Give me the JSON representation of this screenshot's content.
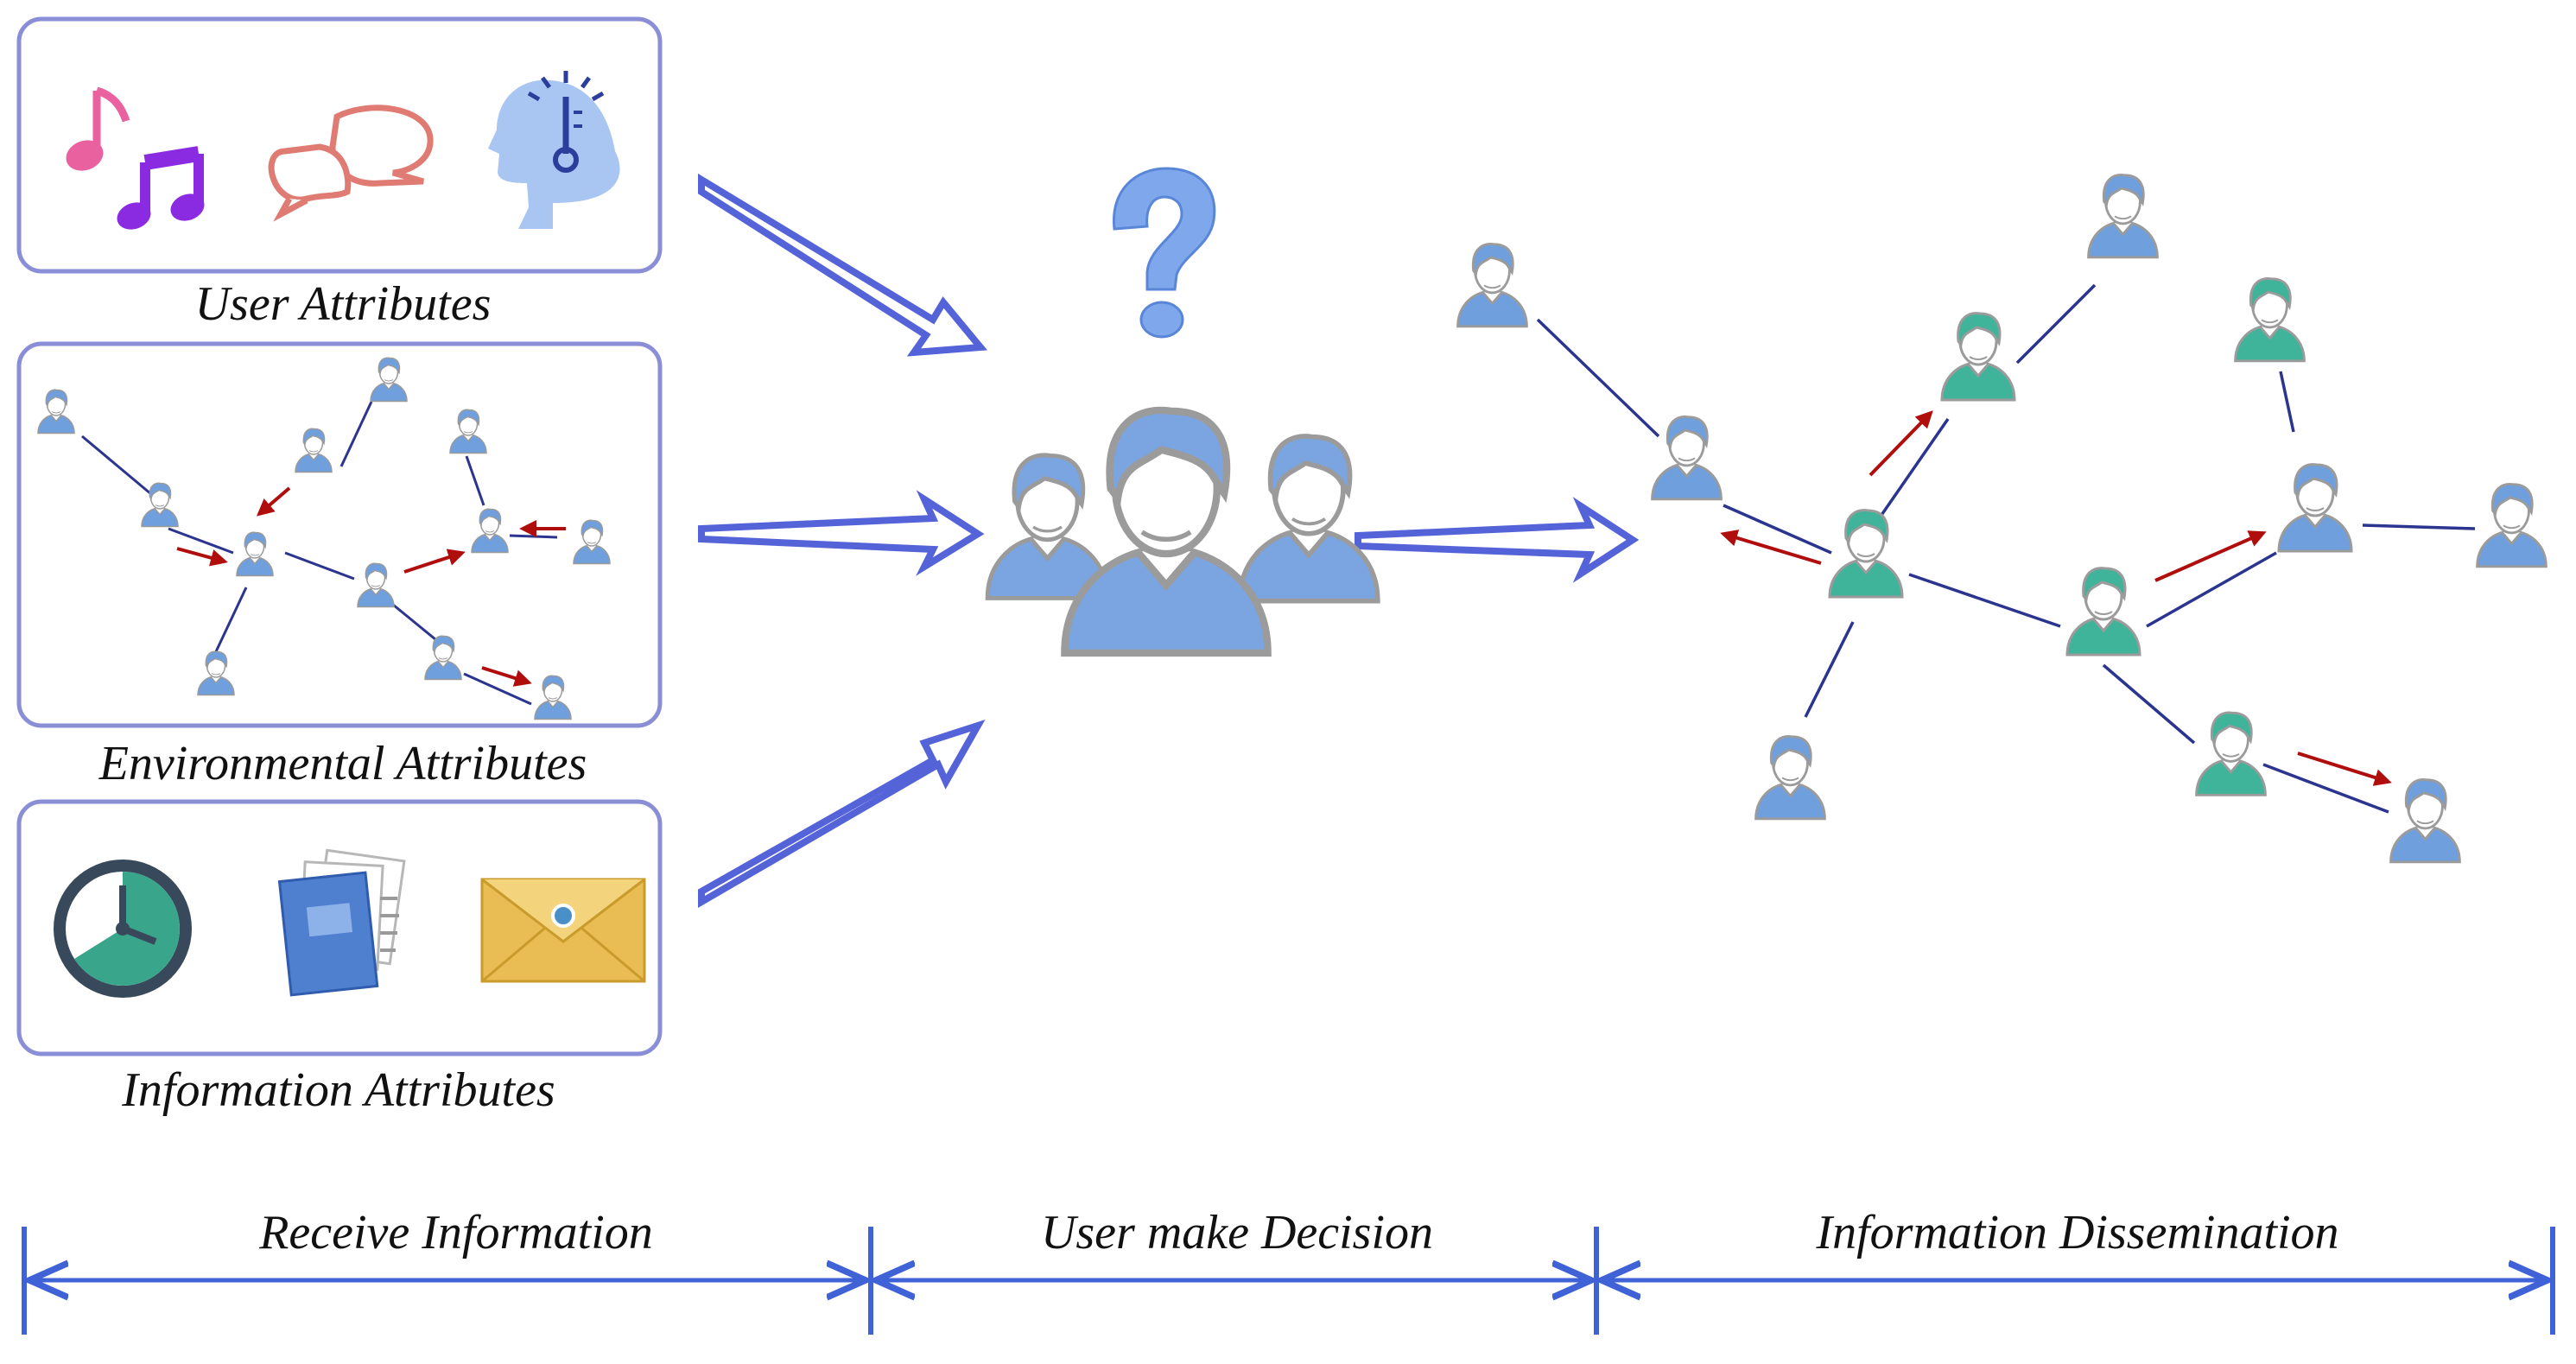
{
  "panels": {
    "user": {
      "label": "User Attributes"
    },
    "environment": {
      "label": "Environmental Attributes"
    },
    "information": {
      "label": "Information Attributes"
    }
  },
  "timeline": {
    "phases": [
      {
        "label": "Receive Information"
      },
      {
        "label": "User make Decision"
      },
      {
        "label": "Information Dissemination"
      }
    ]
  },
  "colors": {
    "panel_border": "#8a8ed6",
    "arrow_blue": "#5563d9",
    "edge_line": "#2b3590",
    "spread_arrow": "#b00d0d",
    "user_blue": "#6f9fdc",
    "user_teal": "#3fb49a",
    "outline_gray": "#9b9b9b",
    "timeline_blue": "#3f63d6",
    "question_mark": "#7ea7ec"
  },
  "icons": {
    "user_attributes": [
      "music-notes-icon",
      "chat-bubbles-icon",
      "head-thermometer-icon"
    ],
    "information_attributes": [
      "clock-icon",
      "document-stack-icon",
      "envelope-icon"
    ],
    "decision": [
      "question-mark-icon",
      "user-group-icon"
    ]
  }
}
